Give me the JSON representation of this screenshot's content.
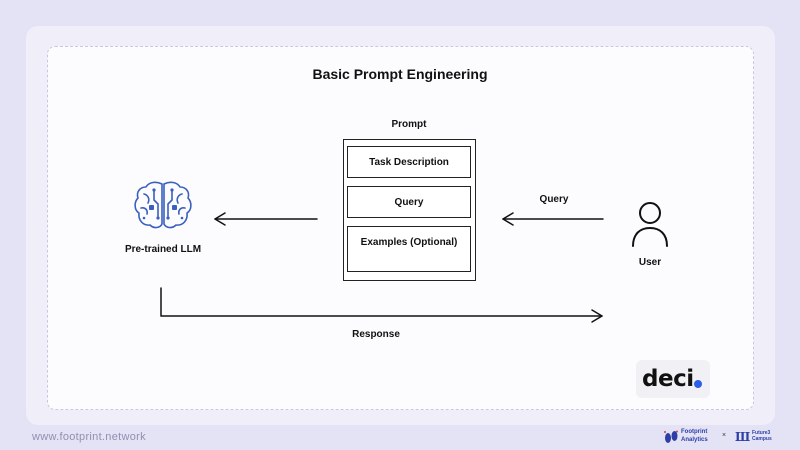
{
  "diagram": {
    "title": "Basic Prompt Engineering",
    "prompt": {
      "label": "Prompt",
      "items": [
        "Task Description",
        "Query",
        "Examples (Optional)"
      ]
    },
    "llm_label": "Pre-trained LLM",
    "user_label": "User",
    "query_arrow_label": "Query",
    "response_arrow_label": "Response",
    "logo": "deci"
  },
  "footer": {
    "url": "www.footprint.network",
    "brand_left": "Footprint Analytics",
    "separator": "×",
    "brand_right": "Future3 Campus"
  }
}
